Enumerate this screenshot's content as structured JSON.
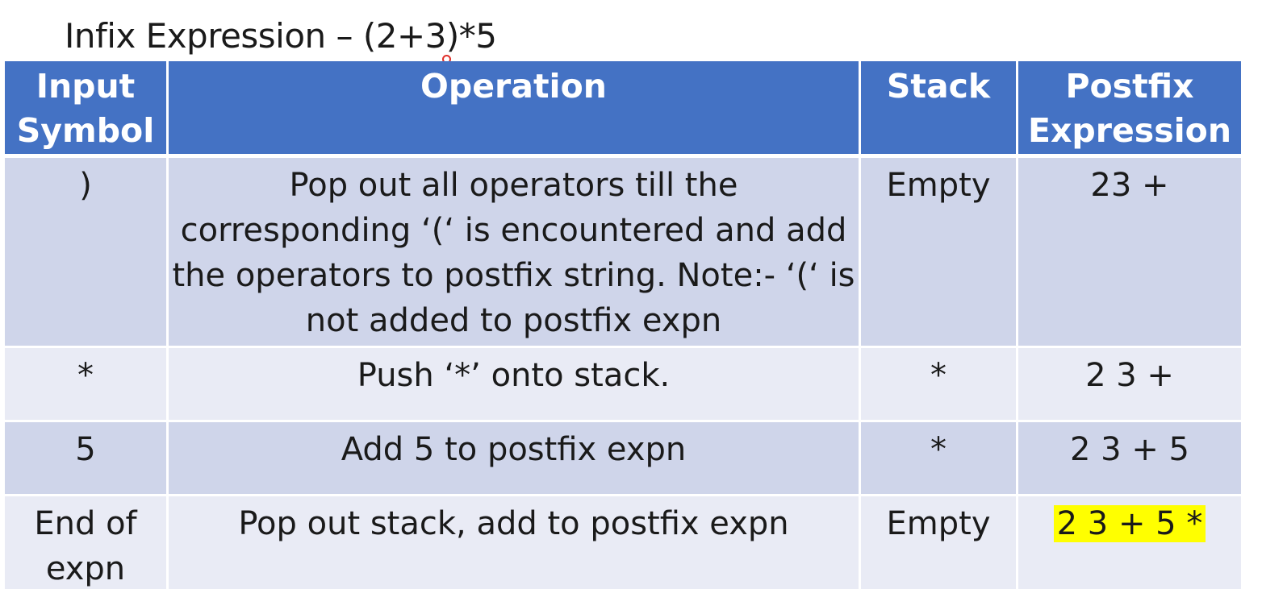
{
  "title": "Infix Expression – (2+3)*5",
  "colors": {
    "header_bg": "#4472c4",
    "row_dark": "#cfd5ea",
    "row_light": "#e9ebf5",
    "highlight": "#ffff00",
    "pointer": "#e0302a"
  },
  "table": {
    "headers": {
      "input": "Input Symbol",
      "operation": "Operation",
      "stack": "Stack",
      "postfix": "Postfix Expression"
    },
    "rows": [
      {
        "input": ")",
        "operation": "Pop out all operators till the corresponding ‘(‘ is encountered and add the operators to postfix string. Note:- ‘(‘ is not added to postfix expn",
        "stack": "Empty",
        "postfix": "23 +"
      },
      {
        "input": "*",
        "operation": "Push ‘*’ onto stack.",
        "stack": "*",
        "postfix": "2 3 +"
      },
      {
        "input": "5",
        "operation": "Add 5 to postfix expn",
        "stack": "*",
        "postfix": "2 3 + 5"
      },
      {
        "input": "End of expn",
        "operation": "Pop out stack, add to postfix expn",
        "stack": "Empty",
        "postfix": "2 3 + 5 *"
      }
    ]
  }
}
